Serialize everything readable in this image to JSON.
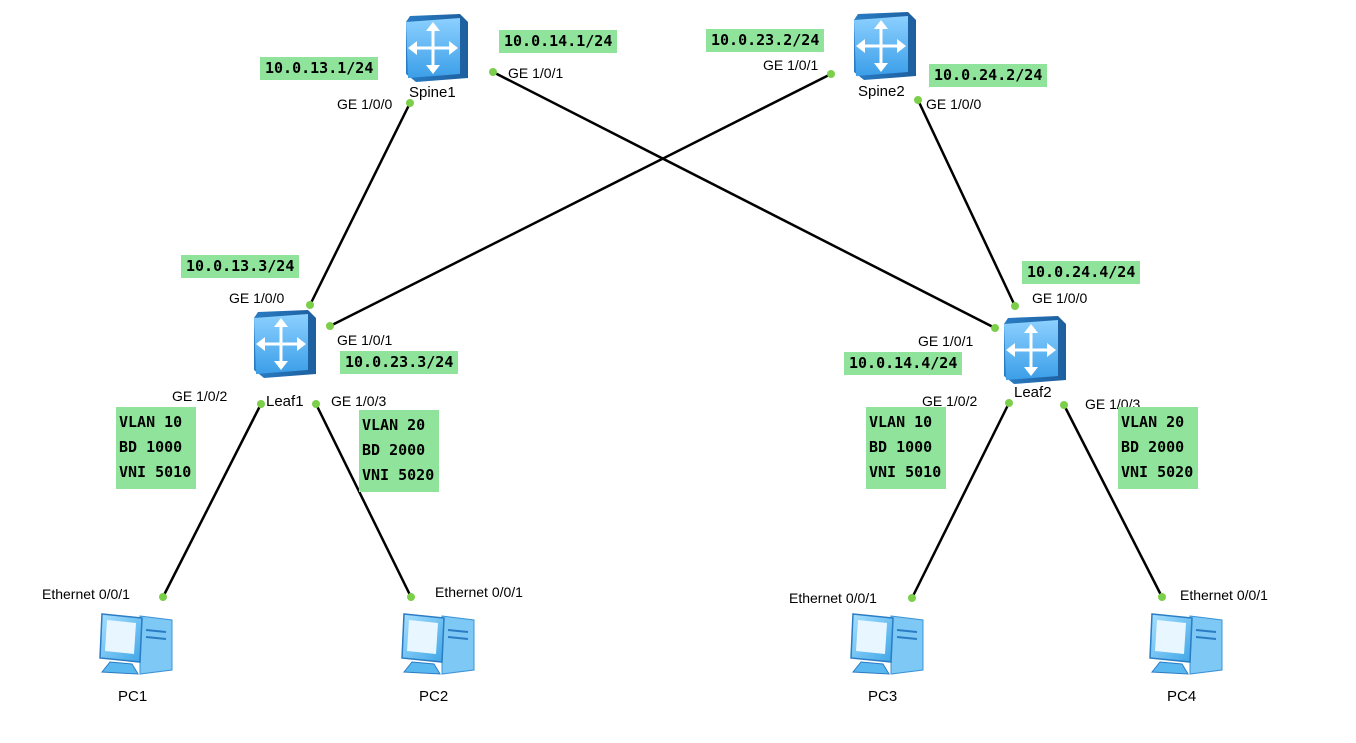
{
  "devices": {
    "spine1": {
      "name": "Spine1"
    },
    "spine2": {
      "name": "Spine2"
    },
    "leaf1": {
      "name": "Leaf1"
    },
    "leaf2": {
      "name": "Leaf2"
    },
    "pc1": {
      "name": "PC1"
    },
    "pc2": {
      "name": "PC2"
    },
    "pc3": {
      "name": "PC3"
    },
    "pc4": {
      "name": "PC4"
    }
  },
  "ports": {
    "spine1_g0": "GE 1/0/0",
    "spine1_g1": "GE 1/0/1",
    "spine2_g1": "GE 1/0/1",
    "spine2_g0": "GE 1/0/0",
    "leaf1_g0": "GE 1/0/0",
    "leaf1_g1": "GE 1/0/1",
    "leaf1_g2": "GE 1/0/2",
    "leaf1_g3": "GE 1/0/3",
    "leaf2_g0": "GE 1/0/0",
    "leaf2_g1": "GE 1/0/1",
    "leaf2_g2": "GE 1/0/2",
    "leaf2_g3": "GE 1/0/3",
    "pc1_eth": "Ethernet 0/0/1",
    "pc2_eth": "Ethernet 0/0/1",
    "pc3_eth": "Ethernet 0/0/1",
    "pc4_eth": "Ethernet 0/0/1"
  },
  "ips": {
    "spine1_g0": "10.0.13.1/24",
    "spine1_g1": "10.0.14.1/24",
    "spine2_g1": "10.0.23.2/24",
    "spine2_g0": "10.0.24.2/24",
    "leaf1_g0": "10.0.13.3/24",
    "leaf1_g1": "10.0.23.3/24",
    "leaf2_g0": "10.0.24.4/24",
    "leaf2_g1": "10.0.14.4/24"
  },
  "segments": {
    "leaf1_g2": {
      "vlan": "VLAN 10",
      "bd": "BD 1000",
      "vni": "VNI 5010"
    },
    "leaf1_g3": {
      "vlan": "VLAN 20",
      "bd": "BD 2000",
      "vni": "VNI 5020"
    },
    "leaf2_g2": {
      "vlan": "VLAN 10",
      "bd": "BD 1000",
      "vni": "VNI 5010"
    },
    "leaf2_g3": {
      "vlan": "VLAN 20",
      "bd": "BD 2000",
      "vni": "VNI 5020"
    }
  },
  "colors": {
    "switch": "#3b9ee8",
    "pc": "#5ab8f0",
    "label_bg": "#8fe39a",
    "port_dot": "#7ccf4a",
    "link": "#000000"
  }
}
